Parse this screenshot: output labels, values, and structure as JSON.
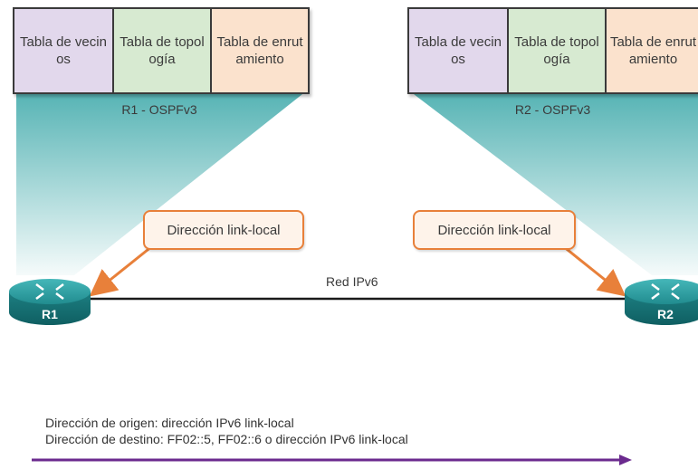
{
  "r1": {
    "tables": [
      "Tabla de vecinos",
      "Tabla de topología",
      "Tabla de enrutamiento"
    ],
    "caption": "R1 - OSPFv3",
    "callout": "Dirección link-local",
    "router_label": "R1"
  },
  "r2": {
    "tables": [
      "Tabla de vecinos",
      "Tabla de topología",
      "Tabla de enrutamiento"
    ],
    "caption": "R2 - OSPFv3",
    "callout": "Dirección link-local",
    "router_label": "R2"
  },
  "network_label": "Red IPv6",
  "packet_info": {
    "source": "Dirección de origen: dirección IPv6 link-local",
    "destination": "Dirección de destino: FF02::5, FF02::6 o dirección IPv6 link-local"
  },
  "colors": {
    "neighbors": "#e2d8ec",
    "topology": "#d7ead1",
    "routing": "#fbe2cd",
    "teal": "#2a9a9c",
    "callout_border": "#e8803a",
    "flow_arrow": "#6b2a8e"
  }
}
